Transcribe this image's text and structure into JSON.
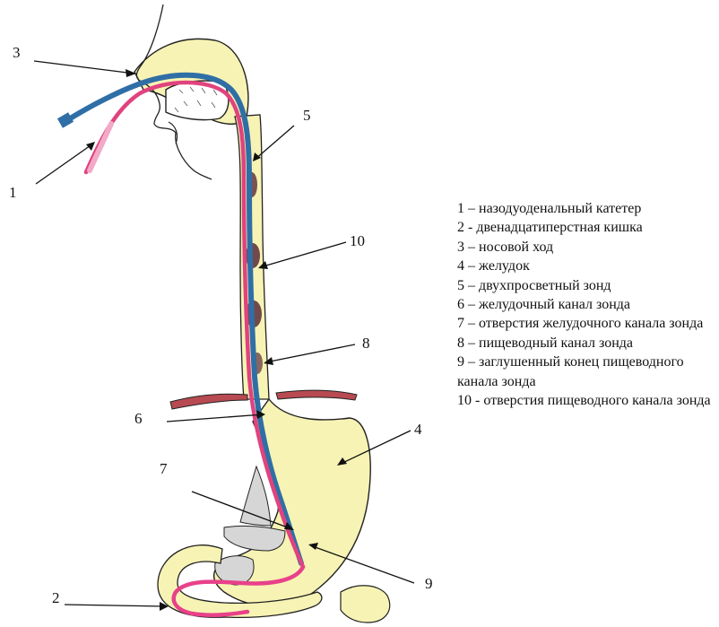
{
  "callouts": [
    "1",
    "2",
    "3",
    "4",
    "5",
    "6",
    "7",
    "8",
    "9",
    "10"
  ],
  "legend": [
    "1 – назодуоденальный катетер",
    "2 - двенадцатиперстная кишка",
    "3 – носовой ход",
    "4 – желудок",
    "5 – двухпросветный зонд",
    "6 – желудочный канал зонда",
    "7 – отверстия желудочного канала зонда",
    "8 – пищеводный канал зонда",
    "9 – заглушенный конец пищеводного канала зонда",
    "10 - отверстия пищеводного канала зонда"
  ],
  "colors": {
    "tissue": "#f7f3b4",
    "esophageal_channel": "#e0437e",
    "gastric_channel": "#2f6fa6",
    "catheter": "#e8418a",
    "diaphragm": "#b84a52"
  }
}
